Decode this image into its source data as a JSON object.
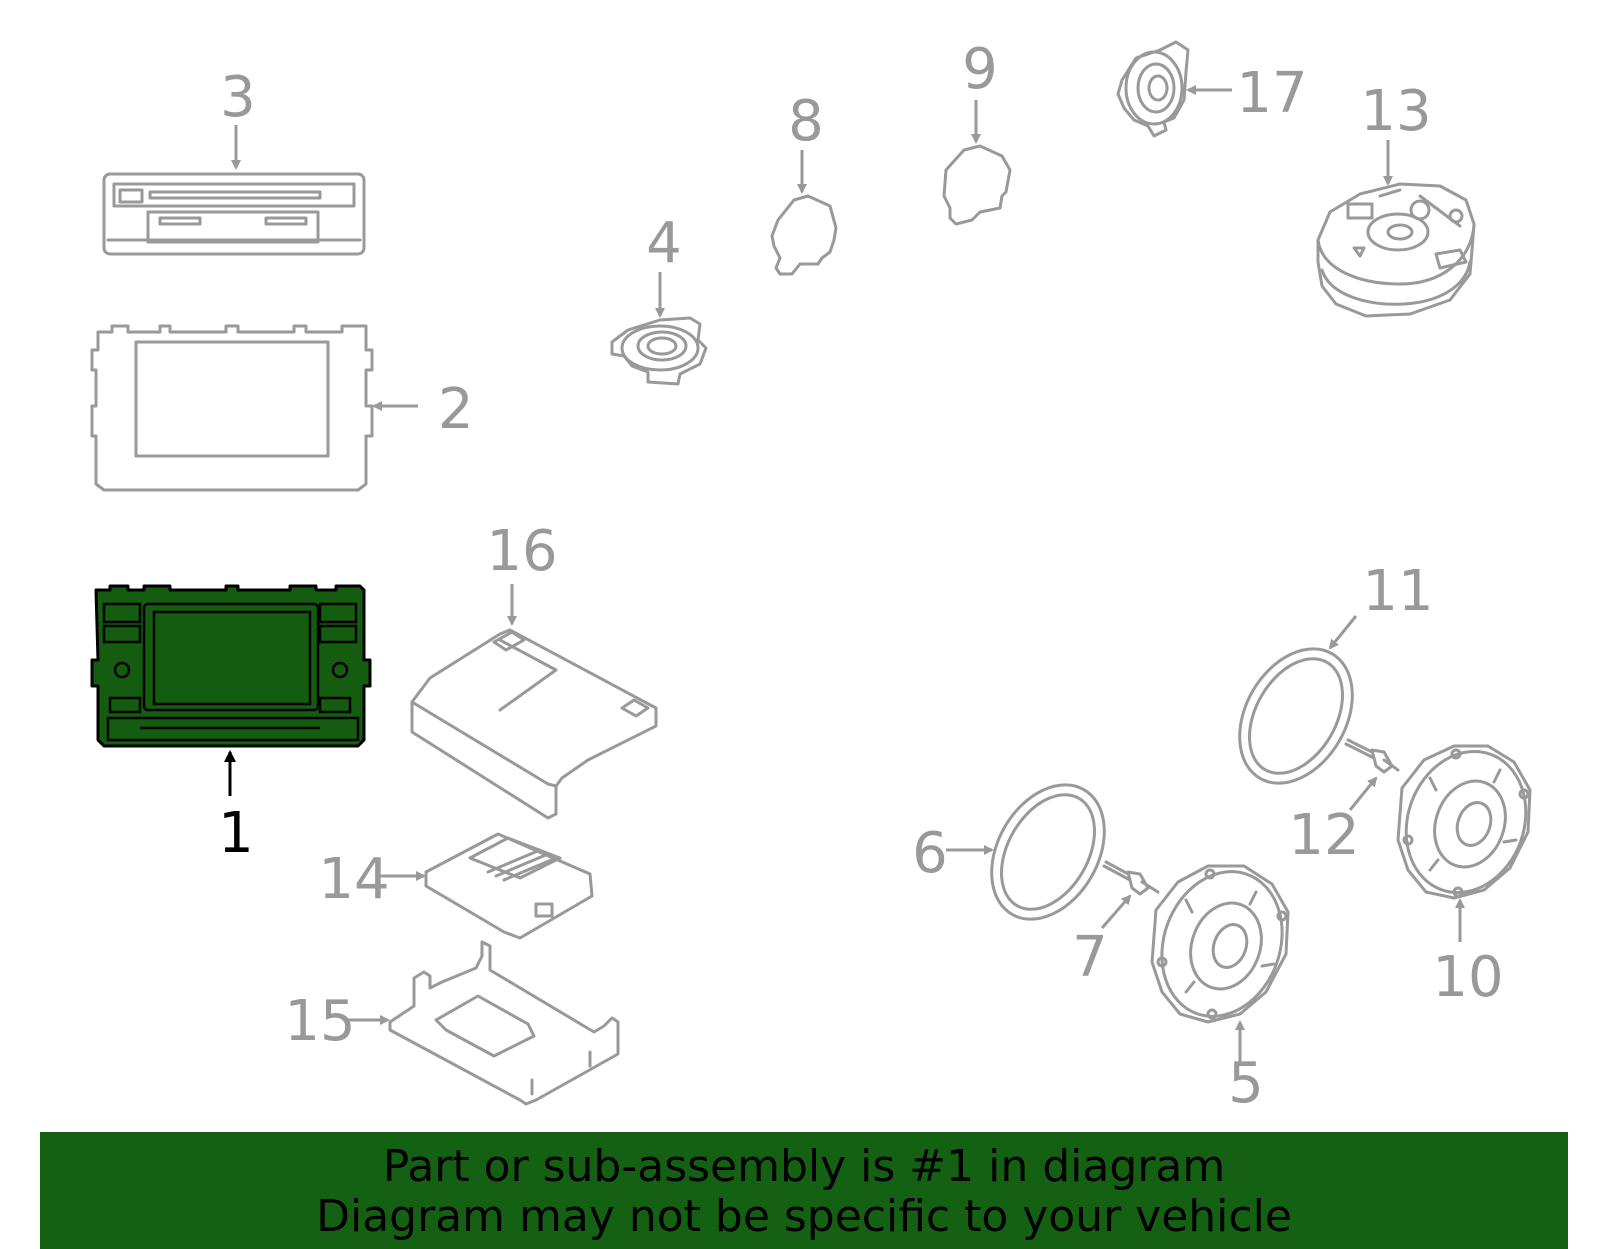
{
  "colors": {
    "highlight": "#145c0f",
    "banner": "#156113",
    "parts": "#999999",
    "highlight_label": "#000000"
  },
  "callouts": [
    "1",
    "2",
    "3",
    "4",
    "5",
    "6",
    "7",
    "8",
    "9",
    "10",
    "11",
    "12",
    "13",
    "14",
    "15",
    "16",
    "17"
  ],
  "highlighted_part": "1",
  "banner": {
    "line1": "Part or sub-assembly is #1 in diagram",
    "line2": "Diagram may not be specific to your vehicle"
  }
}
